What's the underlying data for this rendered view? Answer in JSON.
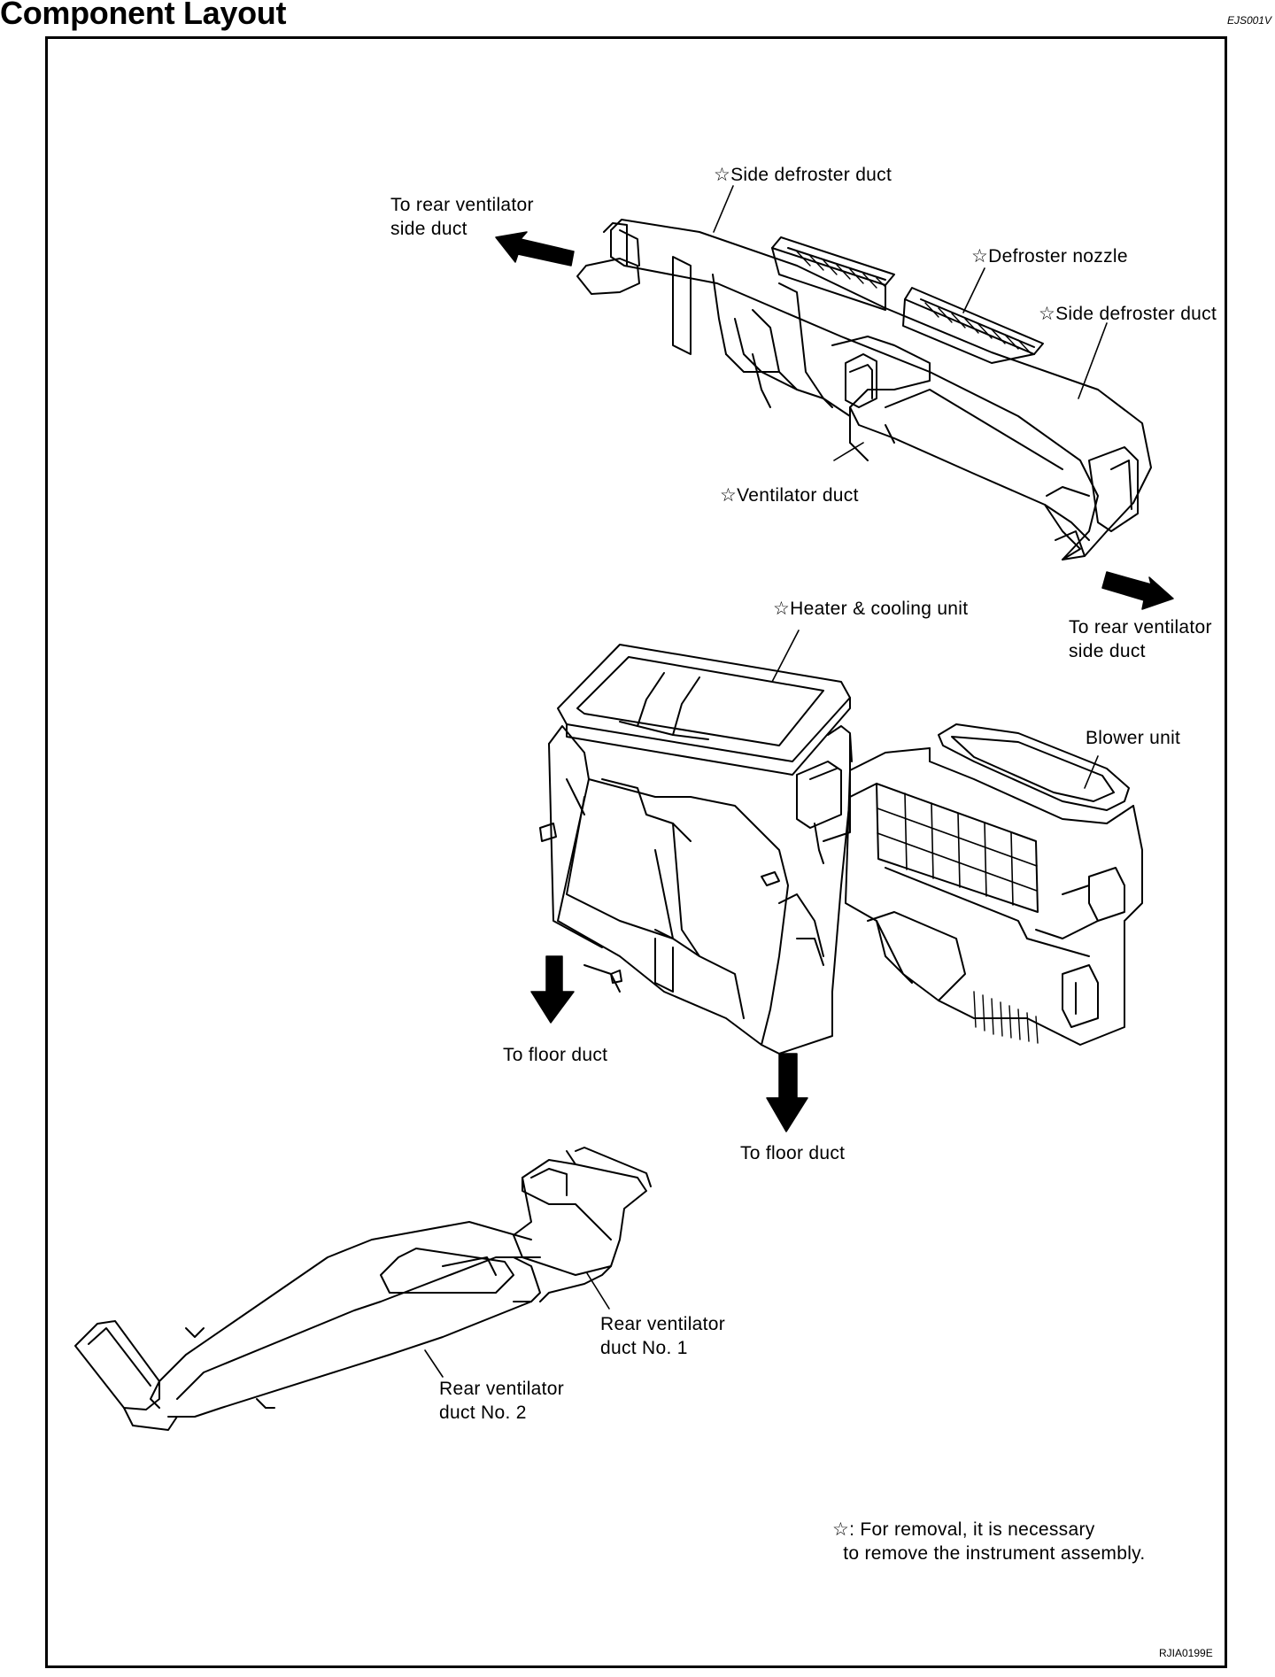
{
  "header": {
    "title": "Component Layout",
    "code": "EJS001V"
  },
  "diagram": {
    "labels": {
      "side_defroster_duct_top": "☆Side defroster duct",
      "to_rear_ventilator_left": "To rear ventilator\nside duct",
      "defroster_nozzle": "☆Defroster nozzle",
      "side_defroster_duct_right": "☆Side defroster duct",
      "ventilator_duct": "☆Ventilator duct",
      "heater_cooling_unit": "☆Heater & cooling unit",
      "to_rear_ventilator_right": "To rear ventilator\nside duct",
      "blower_unit": "Blower unit",
      "to_floor_duct_left": "To floor duct",
      "to_floor_duct_right": "To floor duct",
      "rear_ventilator_duct_1": "Rear ventilator\nduct No. 1",
      "rear_ventilator_duct_2": "Rear ventilator\nduct No. 2"
    },
    "note": {
      "symbol": "☆",
      "text": ": For removal, it is necessary\n  to remove the instrument assembly."
    },
    "figure_code": "RJIA0199E"
  }
}
